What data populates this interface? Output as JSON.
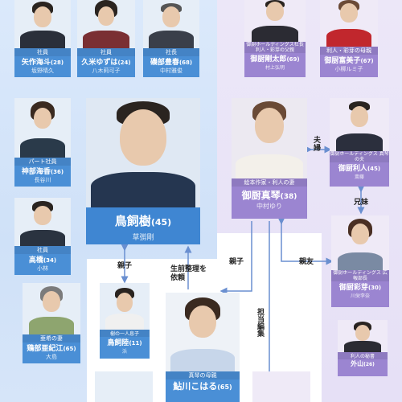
{
  "relations": {
    "oyako_1": "親子",
    "seizen": "生前整理を依頼",
    "oyako_2": "親子",
    "fuufu": "夫婦",
    "kyoudai": "兄妹",
    "shinyuu": "親友",
    "tantou": "担当編集"
  },
  "cards": {
    "yaosaki": {
      "role": "社員",
      "name": "矢作海斗",
      "age": "(28)",
      "actor": "坂野晴久"
    },
    "kume": {
      "role": "社員",
      "name": "久米ゆずは",
      "age": "(24)",
      "actor": "八木莉可子"
    },
    "isobe": {
      "role": "社長",
      "name": "磯部豊春",
      "age": "(68)",
      "actor": "中村雅俊"
    },
    "gotetsuda": {
      "role": "御厨ホールディングス社長 利人・彩芽の父親",
      "name": "御厨剛太郎",
      "age": "(69)",
      "actor": "村上弘明"
    },
    "gotetsuda_tomiko": {
      "role": "利人・彩芽の母親",
      "name": "御厨富美子",
      "age": "(67)",
      "actor": "小柳ルミ子"
    },
    "kanbe": {
      "role": "パート社員",
      "name": "神部海香",
      "age": "(36)",
      "actor": "長谷川"
    },
    "torikai": {
      "name": "鳥飼樹",
      "age": "(45)",
      "actor": "草彅剛"
    },
    "makoto": {
      "role": "絵本作家・利人の妻",
      "name": "御厨真琴",
      "age": "(38)",
      "actor": "中村ゆり"
    },
    "rihito": {
      "role": "御厨ホールディングス 真琴の夫",
      "name": "御厨利人",
      "age": "(45)",
      "actor": "斎藤"
    },
    "takamatsu": {
      "role": "社員",
      "name": "高橋",
      "age": "(34)",
      "actor": "小林"
    },
    "ayame": {
      "role": "御厨ホールディングス 広報部長",
      "name": "御厨彩芽",
      "age": "(30)",
      "actor": "川栄李奈"
    },
    "sachiko": {
      "role": "亜希の妻",
      "name": "鶏部亜紀江",
      "age": "(65)",
      "actor": "大島"
    },
    "child": {
      "role": "樹の一人息子",
      "name": "鳥飼陸",
      "age": "(11)",
      "actor": "浜"
    },
    "koharu": {
      "role": "真琴の母親",
      "name": "鮎川こはる",
      "age": "(65)",
      "actor": ""
    },
    "secretary": {
      "role": "利人の秘書",
      "name": "外山",
      "age": "(26)",
      "actor": ""
    }
  },
  "colors": {
    "blue": "#4a8fd6",
    "purple": "#9b85d1",
    "arrow": "#6a8fd0"
  }
}
